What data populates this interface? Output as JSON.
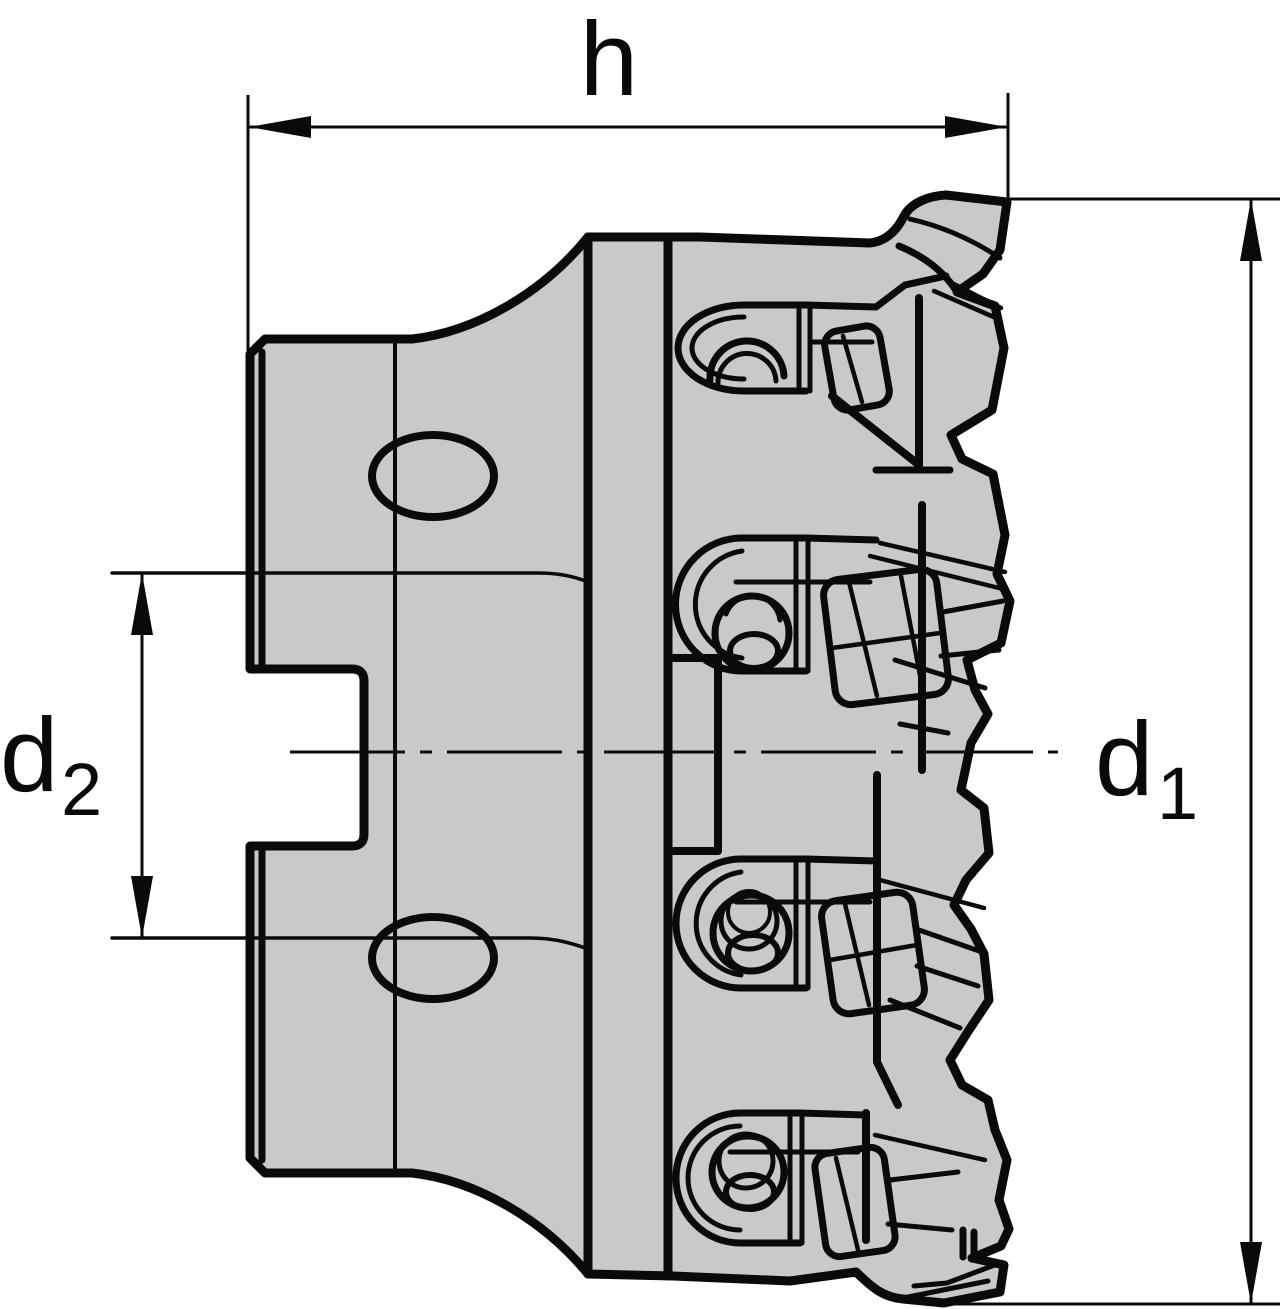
{
  "figure": {
    "colors": {
      "body_fill": "#c9c9c9",
      "line": "#0a0a0a",
      "background": "#ffffff"
    }
  },
  "dimensions": {
    "width": {
      "label": "h"
    },
    "outer_diameter": {
      "base": "d",
      "sub": "1"
    },
    "bore_diameter": {
      "base": "d",
      "sub": "2"
    }
  }
}
